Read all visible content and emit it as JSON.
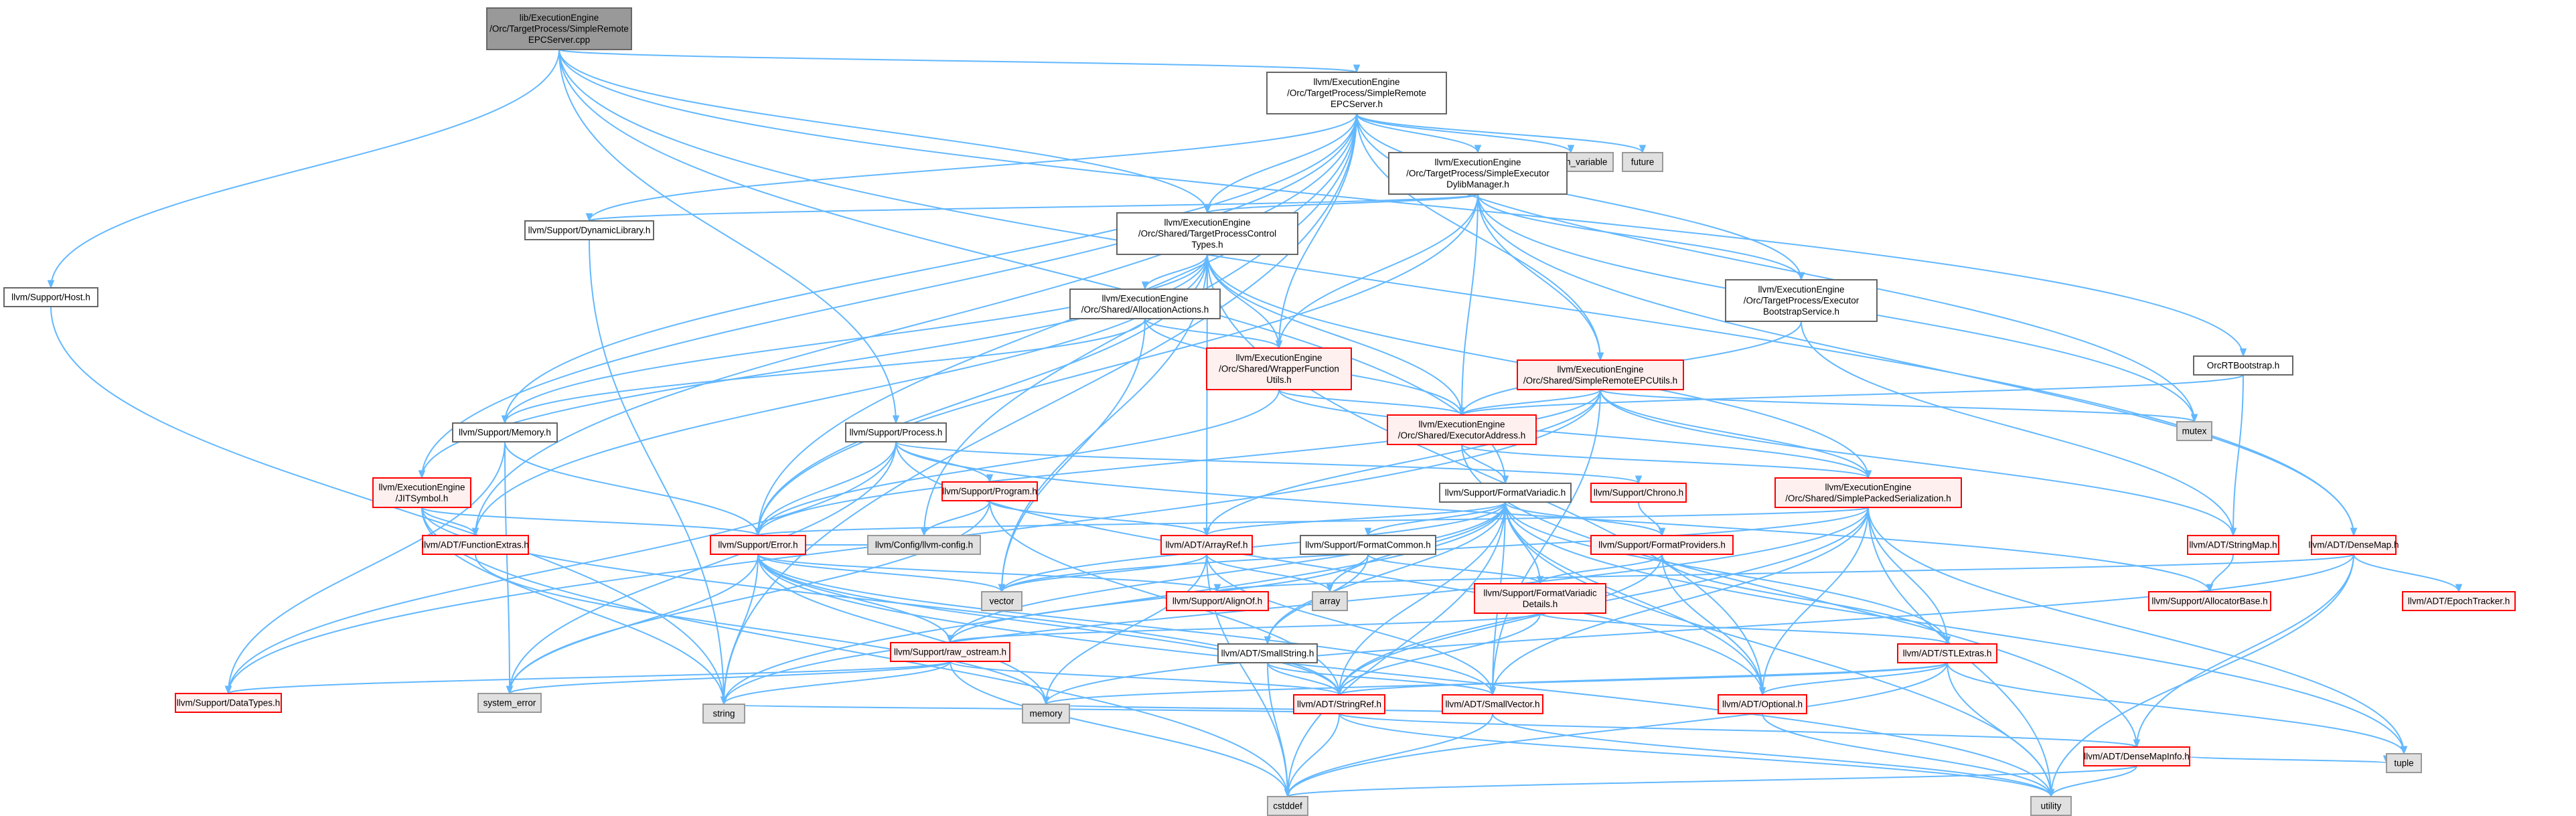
{
  "colors": {
    "edge": "#63b8ff",
    "root_fill": "#999999",
    "node_fill": "#ffffff",
    "node_border": "#666666",
    "missing_fill": "#e0e0e0",
    "missing_border": "#999999",
    "truncated_fill": "#fff0f0",
    "truncated_border": "#ff0000"
  },
  "nodes": [
    {
      "id": "root",
      "kind": "root",
      "lines": [
        "lib/ExecutionEngine",
        "/Orc/TargetProcess/SimpleRemote",
        "EPCServer.cpp"
      ]
    },
    {
      "id": "hdr",
      "kind": "normal",
      "lines": [
        "llvm/ExecutionEngine",
        "/Orc/TargetProcess/SimpleRemote",
        "EPCServer.h"
      ]
    },
    {
      "id": "host",
      "kind": "normal",
      "lines": [
        "llvm/Support/Host.h"
      ]
    },
    {
      "id": "orcrt",
      "kind": "normal",
      "lines": [
        "OrcRTBootstrap.h"
      ]
    },
    {
      "id": "condvar",
      "kind": "missing",
      "lines": [
        "condition_variable"
      ]
    },
    {
      "id": "future",
      "kind": "missing",
      "lines": [
        "future"
      ]
    },
    {
      "id": "sedm",
      "kind": "normal",
      "lines": [
        "llvm/ExecutionEngine",
        "/Orc/TargetProcess/SimpleExecutor",
        "DylibManager.h"
      ]
    },
    {
      "id": "dynlib",
      "kind": "normal",
      "lines": [
        "llvm/Support/DynamicLibrary.h"
      ]
    },
    {
      "id": "tpct",
      "kind": "normal",
      "lines": [
        "llvm/ExecutionEngine",
        "/Orc/Shared/TargetProcessControl",
        "Types.h"
      ]
    },
    {
      "id": "ebs",
      "kind": "normal",
      "lines": [
        "llvm/ExecutionEngine",
        "/Orc/TargetProcess/Executor",
        "BootstrapService.h"
      ]
    },
    {
      "id": "allocact",
      "kind": "normal",
      "lines": [
        "llvm/ExecutionEngine",
        "/Orc/Shared/AllocationActions.h"
      ]
    },
    {
      "id": "wfu",
      "kind": "truncated",
      "lines": [
        "llvm/ExecutionEngine",
        "/Orc/Shared/WrapperFunction",
        "Utils.h"
      ]
    },
    {
      "id": "srepc",
      "kind": "truncated",
      "lines": [
        "llvm/ExecutionEngine",
        "/Orc/Shared/SimpleRemoteEPCUtils.h"
      ]
    },
    {
      "id": "execaddr",
      "kind": "truncated",
      "lines": [
        "llvm/ExecutionEngine",
        "/Orc/Shared/ExecutorAddress.h"
      ]
    },
    {
      "id": "mutex",
      "kind": "missing",
      "lines": [
        "mutex"
      ]
    },
    {
      "id": "memory_h",
      "kind": "normal",
      "lines": [
        "llvm/Support/Memory.h"
      ]
    },
    {
      "id": "process",
      "kind": "normal",
      "lines": [
        "llvm/Support/Process.h"
      ]
    },
    {
      "id": "sps",
      "kind": "truncated",
      "lines": [
        "llvm/ExecutionEngine",
        "/Orc/Shared/SimplePackedSerialization.h"
      ]
    },
    {
      "id": "jitsym",
      "kind": "truncated",
      "lines": [
        "llvm/ExecutionEngine",
        "/JITSymbol.h"
      ]
    },
    {
      "id": "program",
      "kind": "truncated",
      "lines": [
        "llvm/Support/Program.h"
      ]
    },
    {
      "id": "formatvariadic",
      "kind": "normal",
      "lines": [
        "llvm/Support/FormatVariadic.h"
      ]
    },
    {
      "id": "chrono",
      "kind": "truncated",
      "lines": [
        "llvm/Support/Chrono.h"
      ]
    },
    {
      "id": "funcext",
      "kind": "truncated",
      "lines": [
        "llvm/ADT/FunctionExtras.h"
      ]
    },
    {
      "id": "error",
      "kind": "truncated",
      "lines": [
        "llvm/Support/Error.h"
      ]
    },
    {
      "id": "llvmconfig",
      "kind": "missing",
      "lines": [
        "llvm/Config/llvm-config.h"
      ]
    },
    {
      "id": "arrayref",
      "kind": "truncated",
      "lines": [
        "llvm/ADT/ArrayRef.h"
      ]
    },
    {
      "id": "formatcommon",
      "kind": "normal",
      "lines": [
        "llvm/Support/FormatCommon.h"
      ]
    },
    {
      "id": "formatproviders",
      "kind": "truncated",
      "lines": [
        "llvm/Support/FormatProviders.h"
      ]
    },
    {
      "id": "stringmap",
      "kind": "truncated",
      "lines": [
        "llvm/ADT/StringMap.h"
      ]
    },
    {
      "id": "densemap",
      "kind": "truncated",
      "lines": [
        "llvm/ADT/DenseMap.h"
      ]
    },
    {
      "id": "vector",
      "kind": "missing",
      "lines": [
        "vector"
      ]
    },
    {
      "id": "array",
      "kind": "missing",
      "lines": [
        "array"
      ]
    },
    {
      "id": "alignof",
      "kind": "truncated",
      "lines": [
        "llvm/Support/AlignOf.h"
      ]
    },
    {
      "id": "fvd",
      "kind": "truncated",
      "lines": [
        "llvm/Support/FormatVariadic",
        "Details.h"
      ]
    },
    {
      "id": "allocbase",
      "kind": "truncated",
      "lines": [
        "llvm/Support/AllocatorBase.h"
      ]
    },
    {
      "id": "epoch",
      "kind": "truncated",
      "lines": [
        "llvm/ADT/EpochTracker.h"
      ]
    },
    {
      "id": "rawos",
      "kind": "truncated",
      "lines": [
        "llvm/Support/raw_ostream.h"
      ]
    },
    {
      "id": "smallstring",
      "kind": "normal",
      "lines": [
        "llvm/ADT/SmallString.h"
      ]
    },
    {
      "id": "stlextras",
      "kind": "truncated",
      "lines": [
        "llvm/ADT/STLExtras.h"
      ]
    },
    {
      "id": "datatypes",
      "kind": "truncated",
      "lines": [
        "llvm/Support/DataTypes.h"
      ]
    },
    {
      "id": "syserr",
      "kind": "missing",
      "lines": [
        "system_error"
      ]
    },
    {
      "id": "stringref",
      "kind": "truncated",
      "lines": [
        "llvm/ADT/StringRef.h"
      ]
    },
    {
      "id": "smallvector",
      "kind": "truncated",
      "lines": [
        "llvm/ADT/SmallVector.h"
      ]
    },
    {
      "id": "optional",
      "kind": "truncated",
      "lines": [
        "llvm/ADT/Optional.h"
      ]
    },
    {
      "id": "string",
      "kind": "missing",
      "lines": [
        "string"
      ]
    },
    {
      "id": "memory",
      "kind": "missing",
      "lines": [
        "memory"
      ]
    },
    {
      "id": "densemapinfo",
      "kind": "truncated",
      "lines": [
        "llvm/ADT/DenseMapInfo.h"
      ]
    },
    {
      "id": "tuple",
      "kind": "missing",
      "lines": [
        "tuple"
      ]
    },
    {
      "id": "cstddef",
      "kind": "missing",
      "lines": [
        "cstddef"
      ]
    },
    {
      "id": "utility",
      "kind": "missing",
      "lines": [
        "utility"
      ]
    }
  ],
  "edges": [
    [
      "root",
      "hdr"
    ],
    [
      "root",
      "host"
    ],
    [
      "root",
      "orcrt"
    ],
    [
      "root",
      "densemap"
    ],
    [
      "root",
      "tpct"
    ],
    [
      "root",
      "process"
    ],
    [
      "root",
      "formatvariadic"
    ],
    [
      "hdr",
      "condvar"
    ],
    [
      "hdr",
      "future"
    ],
    [
      "hdr",
      "sedm"
    ],
    [
      "hdr",
      "dynlib"
    ],
    [
      "hdr",
      "tpct"
    ],
    [
      "hdr",
      "ebs"
    ],
    [
      "hdr",
      "srepc"
    ],
    [
      "hdr",
      "wfu"
    ],
    [
      "hdr",
      "mutex"
    ],
    [
      "hdr",
      "memory_h"
    ],
    [
      "hdr",
      "jitsym"
    ],
    [
      "hdr",
      "funcext"
    ],
    [
      "hdr",
      "error"
    ],
    [
      "hdr",
      "llvmconfig"
    ],
    [
      "hdr",
      "string"
    ],
    [
      "host",
      "string"
    ],
    [
      "orcrt",
      "execaddr"
    ],
    [
      "orcrt",
      "stringmap"
    ],
    [
      "sedm",
      "dynlib"
    ],
    [
      "sedm",
      "tpct"
    ],
    [
      "sedm",
      "ebs"
    ],
    [
      "sedm",
      "srepc"
    ],
    [
      "sedm",
      "wfu"
    ],
    [
      "sedm",
      "execaddr"
    ],
    [
      "sedm",
      "mutex"
    ],
    [
      "sedm",
      "densemap"
    ],
    [
      "sedm",
      "error"
    ],
    [
      "dynlib",
      "string"
    ],
    [
      "tpct",
      "allocact"
    ],
    [
      "tpct",
      "wfu"
    ],
    [
      "tpct",
      "execaddr"
    ],
    [
      "tpct",
      "sps"
    ],
    [
      "tpct",
      "memory_h"
    ],
    [
      "tpct",
      "arrayref"
    ],
    [
      "tpct",
      "error"
    ],
    [
      "tpct",
      "vector"
    ],
    [
      "tpct",
      "jitsym"
    ],
    [
      "tpct",
      "funcext"
    ],
    [
      "tpct",
      "optional"
    ],
    [
      "ebs",
      "execaddr"
    ],
    [
      "ebs",
      "stringmap"
    ],
    [
      "allocact",
      "wfu"
    ],
    [
      "allocact",
      "execaddr"
    ],
    [
      "allocact",
      "memory_h"
    ],
    [
      "allocact",
      "vector"
    ],
    [
      "wfu",
      "execaddr"
    ],
    [
      "wfu",
      "sps"
    ],
    [
      "wfu",
      "error"
    ],
    [
      "srepc",
      "execaddr"
    ],
    [
      "srepc",
      "sps"
    ],
    [
      "srepc",
      "mutex"
    ],
    [
      "srepc",
      "stringmap"
    ],
    [
      "srepc",
      "smallvector"
    ],
    [
      "srepc",
      "arrayref"
    ],
    [
      "srepc",
      "error"
    ],
    [
      "srepc",
      "datatypes"
    ],
    [
      "execaddr",
      "formatvariadic"
    ],
    [
      "execaddr",
      "densemapinfo"
    ],
    [
      "execaddr",
      "sps"
    ],
    [
      "memory_h",
      "datatypes"
    ],
    [
      "memory_h",
      "syserr"
    ],
    [
      "memory_h",
      "error"
    ],
    [
      "process",
      "chrono"
    ],
    [
      "process",
      "program"
    ],
    [
      "process",
      "error"
    ],
    [
      "process",
      "datatypes"
    ],
    [
      "process",
      "syserr"
    ],
    [
      "process",
      "optional"
    ],
    [
      "process",
      "allocbase"
    ],
    [
      "sps",
      "stlextras"
    ],
    [
      "sps",
      "smallvector"
    ],
    [
      "sps",
      "stringref"
    ],
    [
      "sps",
      "error"
    ],
    [
      "sps",
      "utility"
    ],
    [
      "sps",
      "tuple"
    ],
    [
      "sps",
      "string"
    ],
    [
      "sps",
      "vector"
    ],
    [
      "sps",
      "optional"
    ],
    [
      "jitsym",
      "funcext"
    ],
    [
      "jitsym",
      "error"
    ],
    [
      "jitsym",
      "stringref"
    ],
    [
      "jitsym",
      "cstddef"
    ],
    [
      "jitsym",
      "string"
    ],
    [
      "program",
      "llvmconfig"
    ],
    [
      "program",
      "arrayref"
    ],
    [
      "program",
      "stringref"
    ],
    [
      "program",
      "syserr"
    ],
    [
      "formatvariadic",
      "formatcommon"
    ],
    [
      "formatvariadic",
      "formatproviders"
    ],
    [
      "formatvariadic",
      "fvd"
    ],
    [
      "formatvariadic",
      "arrayref"
    ],
    [
      "formatvariadic",
      "stlextras"
    ],
    [
      "formatvariadic",
      "smallstring"
    ],
    [
      "formatvariadic",
      "stringref"
    ],
    [
      "formatvariadic",
      "smallvector"
    ],
    [
      "formatvariadic",
      "rawos"
    ],
    [
      "formatvariadic",
      "optional"
    ],
    [
      "formatvariadic",
      "array"
    ],
    [
      "formatvariadic",
      "vector"
    ],
    [
      "formatvariadic",
      "string"
    ],
    [
      "formatvariadic",
      "tuple"
    ],
    [
      "formatvariadic",
      "cstddef"
    ],
    [
      "formatvariadic",
      "utility"
    ],
    [
      "chrono",
      "formatproviders"
    ],
    [
      "funcext",
      "memory"
    ],
    [
      "error",
      "llvmconfig"
    ],
    [
      "error",
      "alignof"
    ],
    [
      "error",
      "rawos"
    ],
    [
      "error",
      "stringref"
    ],
    [
      "error",
      "smallvector"
    ],
    [
      "error",
      "syserr"
    ],
    [
      "error",
      "memory"
    ],
    [
      "error",
      "string"
    ],
    [
      "error",
      "vector"
    ],
    [
      "error",
      "utility"
    ],
    [
      "arrayref",
      "vector"
    ],
    [
      "arrayref",
      "array"
    ],
    [
      "arrayref",
      "smallvector"
    ],
    [
      "arrayref",
      "memory"
    ],
    [
      "arrayref",
      "cstddef"
    ],
    [
      "formatcommon",
      "fvd"
    ],
    [
      "formatcommon",
      "smallstring"
    ],
    [
      "formatcommon",
      "rawos"
    ],
    [
      "formatproviders",
      "fvd"
    ],
    [
      "formatproviders",
      "stlextras"
    ],
    [
      "formatproviders",
      "stringref"
    ],
    [
      "formatproviders",
      "optional"
    ],
    [
      "stringmap",
      "allocbase"
    ],
    [
      "densemap",
      "epoch"
    ],
    [
      "densemap",
      "densemapinfo"
    ],
    [
      "densemap",
      "alignof"
    ],
    [
      "densemap",
      "memory"
    ],
    [
      "densemap",
      "utility"
    ],
    [
      "fvd",
      "stlextras"
    ],
    [
      "fvd",
      "stringref"
    ],
    [
      "fvd",
      "rawos"
    ],
    [
      "rawos",
      "stringref"
    ],
    [
      "rawos",
      "datatypes"
    ],
    [
      "rawos",
      "syserr"
    ],
    [
      "rawos",
      "string"
    ],
    [
      "rawos",
      "cstddef"
    ],
    [
      "smallstring",
      "stringref"
    ],
    [
      "smallstring",
      "smallvector"
    ],
    [
      "smallstring",
      "cstddef"
    ],
    [
      "stlextras",
      "optional"
    ],
    [
      "stlextras",
      "stringref"
    ],
    [
      "stlextras",
      "memory"
    ],
    [
      "stlextras",
      "utility"
    ],
    [
      "stlextras",
      "tuple"
    ],
    [
      "stlextras",
      "cstddef"
    ],
    [
      "stringref",
      "string"
    ],
    [
      "stringref",
      "densemapinfo"
    ],
    [
      "stringref",
      "cstddef"
    ],
    [
      "stringref",
      "utility"
    ],
    [
      "smallvector",
      "memory"
    ],
    [
      "smallvector",
      "cstddef"
    ],
    [
      "smallvector",
      "utility"
    ],
    [
      "optional",
      "utility"
    ],
    [
      "densemapinfo",
      "cstddef"
    ],
    [
      "densemapinfo",
      "utility"
    ],
    [
      "densemapinfo",
      "tuple"
    ]
  ]
}
